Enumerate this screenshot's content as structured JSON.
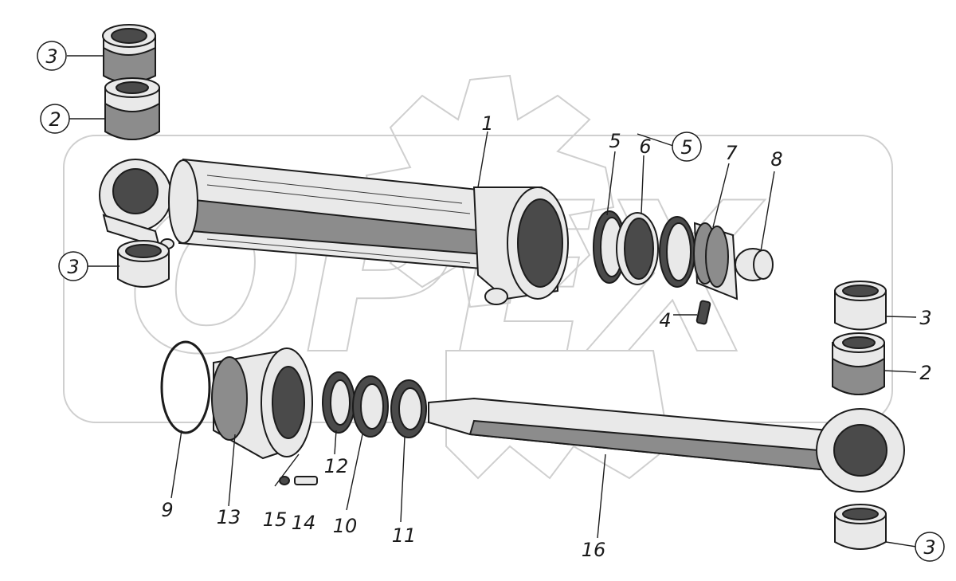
{
  "watermark": {
    "text": "OPEX"
  },
  "callouts": [
    {
      "id": "c3a",
      "text": "3"
    },
    {
      "id": "c2a",
      "text": "2"
    },
    {
      "id": "c3b",
      "text": "3"
    },
    {
      "id": "c1",
      "text": "1"
    },
    {
      "id": "c5a",
      "text": "5"
    },
    {
      "id": "c6",
      "text": "6"
    },
    {
      "id": "c5b",
      "text": "5"
    },
    {
      "id": "c7",
      "text": "7"
    },
    {
      "id": "c8",
      "text": "8"
    },
    {
      "id": "c4",
      "text": "4"
    },
    {
      "id": "c3c",
      "text": "3"
    },
    {
      "id": "c2b",
      "text": "2"
    },
    {
      "id": "c3d",
      "text": "3"
    },
    {
      "id": "c9",
      "text": "9"
    },
    {
      "id": "c13",
      "text": "13"
    },
    {
      "id": "c15",
      "text": "15"
    },
    {
      "id": "c14",
      "text": "14"
    },
    {
      "id": "c12",
      "text": "12"
    },
    {
      "id": "c10",
      "text": "10"
    },
    {
      "id": "c11",
      "text": "11"
    },
    {
      "id": "c16",
      "text": "16"
    }
  ]
}
